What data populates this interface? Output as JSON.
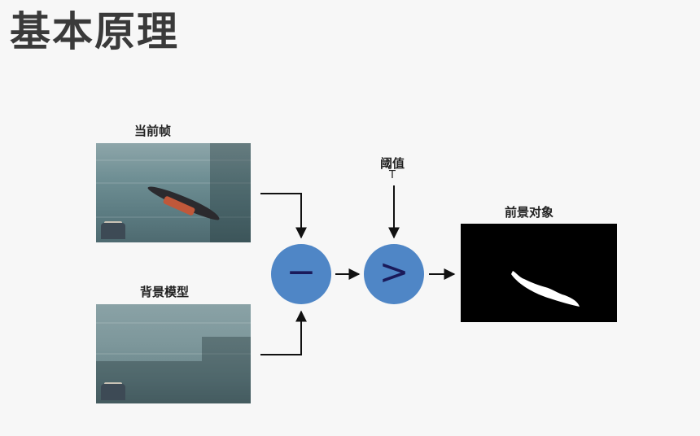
{
  "title": "基本原理",
  "labels": {
    "current_frame": "当前帧",
    "background_model": "背景模型",
    "threshold": "阈值",
    "threshold_symbol": "T",
    "foreground": "前景对象"
  },
  "operators": {
    "subtract": "−",
    "compare": ">"
  },
  "colors": {
    "operator_fill": "#4f86c6",
    "operator_symbol": "#1a1a5a",
    "mask_background": "#000000",
    "mask_foreground": "#ffffff"
  }
}
